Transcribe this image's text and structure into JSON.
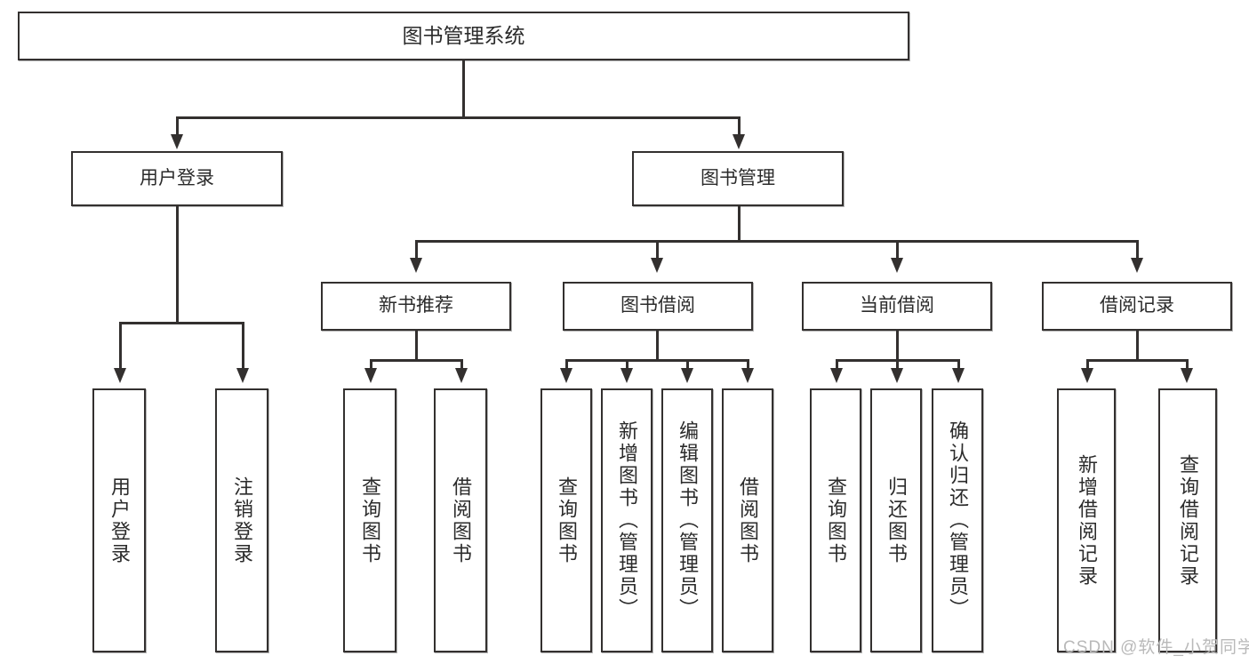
{
  "diagram": {
    "type": "tree-hierarchy-chart",
    "title": "图书管理系统",
    "root": {
      "label": "图书管理系统"
    },
    "level2": [
      {
        "label": "用户登录"
      },
      {
        "label": "图书管理"
      }
    ],
    "level3": [
      {
        "label": "新书推荐"
      },
      {
        "label": "图书借阅"
      },
      {
        "label": "当前借阅"
      },
      {
        "label": "借阅记录"
      }
    ],
    "leaves": {
      "user_login": [
        {
          "label": "用户登录"
        },
        {
          "label": "注销登录"
        }
      ],
      "new_book_recommend": [
        {
          "label": "查询图书"
        },
        {
          "label": "借阅图书"
        }
      ],
      "book_borrow": [
        {
          "label": "查询图书"
        },
        {
          "label": "新增图书（管理员）"
        },
        {
          "label": "编辑图书（管理员）"
        },
        {
          "label": "借阅图书"
        }
      ],
      "current_borrow": [
        {
          "label": "查询图书"
        },
        {
          "label": "归还图书"
        },
        {
          "label": "确认归还（管理员）"
        }
      ],
      "borrow_record": [
        {
          "label": "新增借阅记录"
        },
        {
          "label": "查询借阅记录"
        }
      ]
    }
  },
  "watermark": {
    "text": "CSDN @软件_小贺同学"
  },
  "colors": {
    "stroke": "#33302f",
    "text": "#2b2b2b",
    "background": "#ffffff",
    "watermark": "#b9b9b9"
  }
}
